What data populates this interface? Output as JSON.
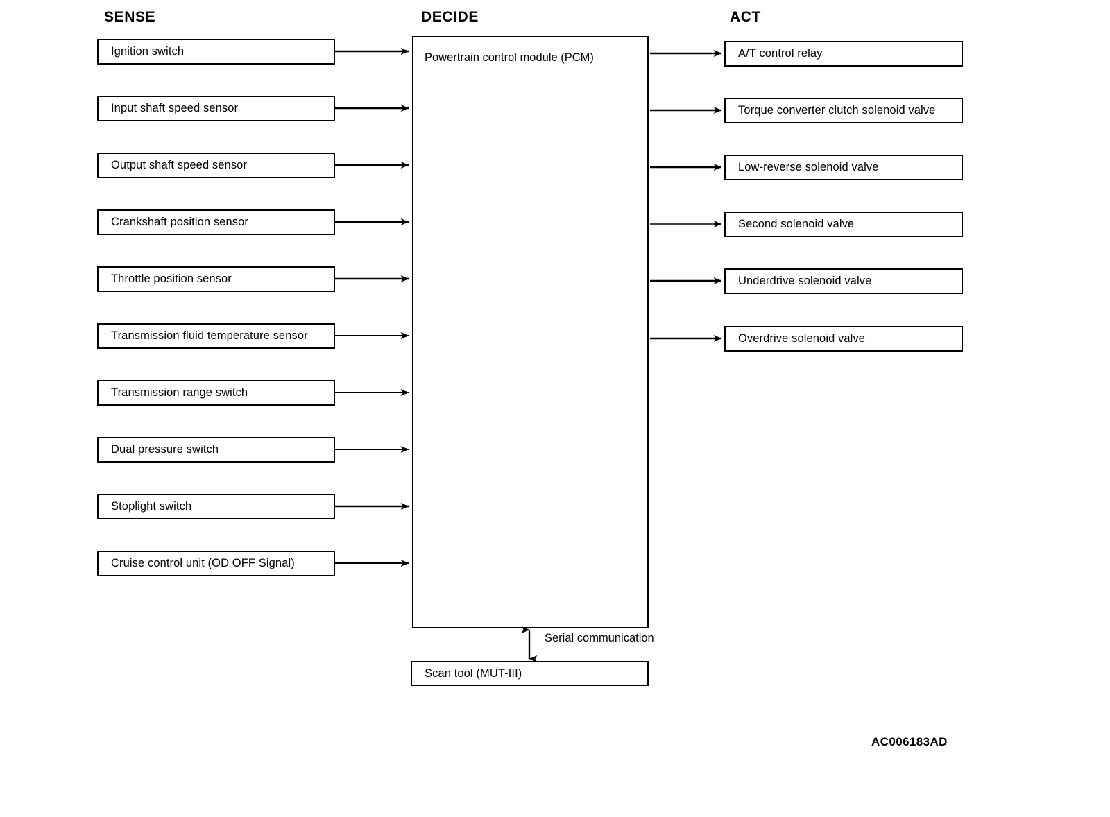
{
  "diagram": {
    "title_code": "AC006183AD",
    "columns": [
      {
        "id": "sense",
        "label": "SENSE"
      },
      {
        "id": "decide",
        "label": "DECIDE"
      },
      {
        "id": "act",
        "label": "ACT"
      }
    ],
    "sense_inputs": [
      {
        "label": "Ignition switch"
      },
      {
        "label": "Input shaft speed sensor"
      },
      {
        "label": "Output shaft speed sensor"
      },
      {
        "label": "Crankshaft position sensor"
      },
      {
        "label": "Throttle position sensor"
      },
      {
        "label": "Transmission fluid temperature sensor"
      },
      {
        "label": "Transmission range switch"
      },
      {
        "label": "Dual pressure switch"
      },
      {
        "label": "Stoplight switch"
      },
      {
        "label": "Cruise control unit (OD OFF Signal)"
      }
    ],
    "controller": {
      "label": "Powertrain control module (PCM)"
    },
    "act_outputs": [
      {
        "label": "A/T control relay"
      },
      {
        "label": "Torque converter clutch solenoid valve"
      },
      {
        "label": "Low-reverse solenoid valve"
      },
      {
        "label": "Second solenoid valve"
      },
      {
        "label": "Underdrive solenoid valve"
      },
      {
        "label": "Overdrive solenoid valve"
      }
    ],
    "scan_tool": {
      "label": "Scan tool (MUT-III)"
    },
    "serial_link": {
      "label": "Serial communication"
    },
    "colors": {
      "line": "#000000",
      "box_fill": "#ffffff",
      "text": "#000000",
      "background": "#ffffff"
    }
  }
}
